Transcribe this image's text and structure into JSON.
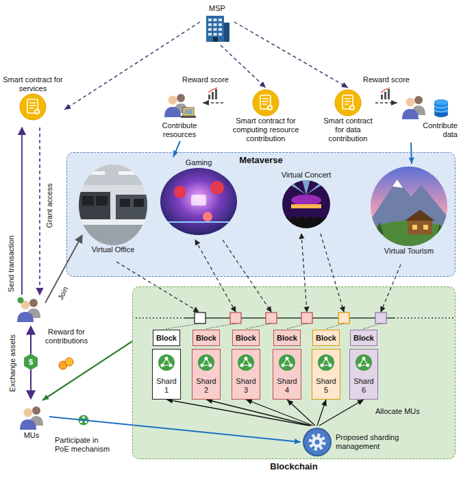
{
  "diagram": {
    "nodes": [
      {
        "text": [
          "MSP"
        ]
      },
      {
        "text": [
          "Smart contract for services"
        ]
      },
      {
        "text": [
          "Contribute resources"
        ]
      },
      {
        "text": [
          "Smart contract for computing resource contribution"
        ]
      },
      {
        "text": [
          "Smart contract for data contribution"
        ]
      },
      {
        "text": [
          "Contribute data"
        ]
      },
      {
        "text": [
          "Metaverse"
        ]
      },
      {
        "text": [
          "Virtual Office"
        ],
        "in": 6
      },
      {
        "text": [
          "Gaming"
        ],
        "in": 6
      },
      {
        "text": [
          "Virtual Concert"
        ],
        "in": 6
      },
      {
        "text": [
          "Virtual Tourism"
        ],
        "in": 6
      },
      {
        "text": [
          "Blockchain"
        ]
      },
      {
        "text": [
          "Block"
        ],
        "in": 11
      },
      {
        "text": [
          "Block"
        ],
        "in": 11
      },
      {
        "text": [
          "Block"
        ],
        "in": 11
      },
      {
        "text": [
          "Block"
        ],
        "in": 11
      },
      {
        "text": [
          "Block"
        ],
        "in": 11
      },
      {
        "text": [
          "Block"
        ],
        "in": 11
      },
      {
        "text": [
          "Shard 1"
        ],
        "in": 11
      },
      {
        "text": [
          "Shard 2"
        ],
        "in": 11
      },
      {
        "text": [
          "Shard 3"
        ],
        "in": 11
      },
      {
        "text": [
          "Shard 4"
        ],
        "in": 11
      },
      {
        "text": [
          "Shard 5"
        ],
        "in": 11
      },
      {
        "text": [
          "Shard 6"
        ],
        "in": 11
      },
      {
        "text": [
          "Proposed sharding management"
        ],
        "in": 11
      },
      {
        "text": [
          "MUs"
        ]
      }
    ],
    "edges": [
      {
        "from": 0,
        "to": 1,
        "arrow": "to"
      },
      {
        "from": 0,
        "to": 3,
        "arrow": "to"
      },
      {
        "from": 0,
        "to": 4,
        "arrow": "to"
      },
      {
        "from": 3,
        "to": 2,
        "label": "Reward score",
        "arrow": "to"
      },
      {
        "from": 4,
        "to": 5,
        "label": "Reward score",
        "arrow": "to"
      },
      {
        "from": 2,
        "to": 8,
        "arrow": "to"
      },
      {
        "from": 5,
        "to": 10,
        "arrow": "to"
      },
      {
        "from": 24,
        "to": 18,
        "arrow": "to"
      },
      {
        "from": 24,
        "to": 19,
        "arrow": "to"
      },
      {
        "from": 24,
        "to": 20,
        "arrow": "to"
      },
      {
        "from": 24,
        "to": 21,
        "arrow": "to"
      },
      {
        "from": 24,
        "to": 22,
        "arrow": "to"
      },
      {
        "from": 24,
        "to": 23,
        "arrow": "to"
      },
      {
        "from": 25,
        "to": 24,
        "label": "Participate in PoE mechanism",
        "arrow": "to"
      },
      {
        "from": 11,
        "to": 25,
        "label": "Reward for contributions",
        "arrow": "to"
      }
    ],
    "labels": [
      "Grant access",
      "Send transaction",
      "Join",
      "Exchange assets",
      "$",
      "Allocate MUs"
    ]
  }
}
